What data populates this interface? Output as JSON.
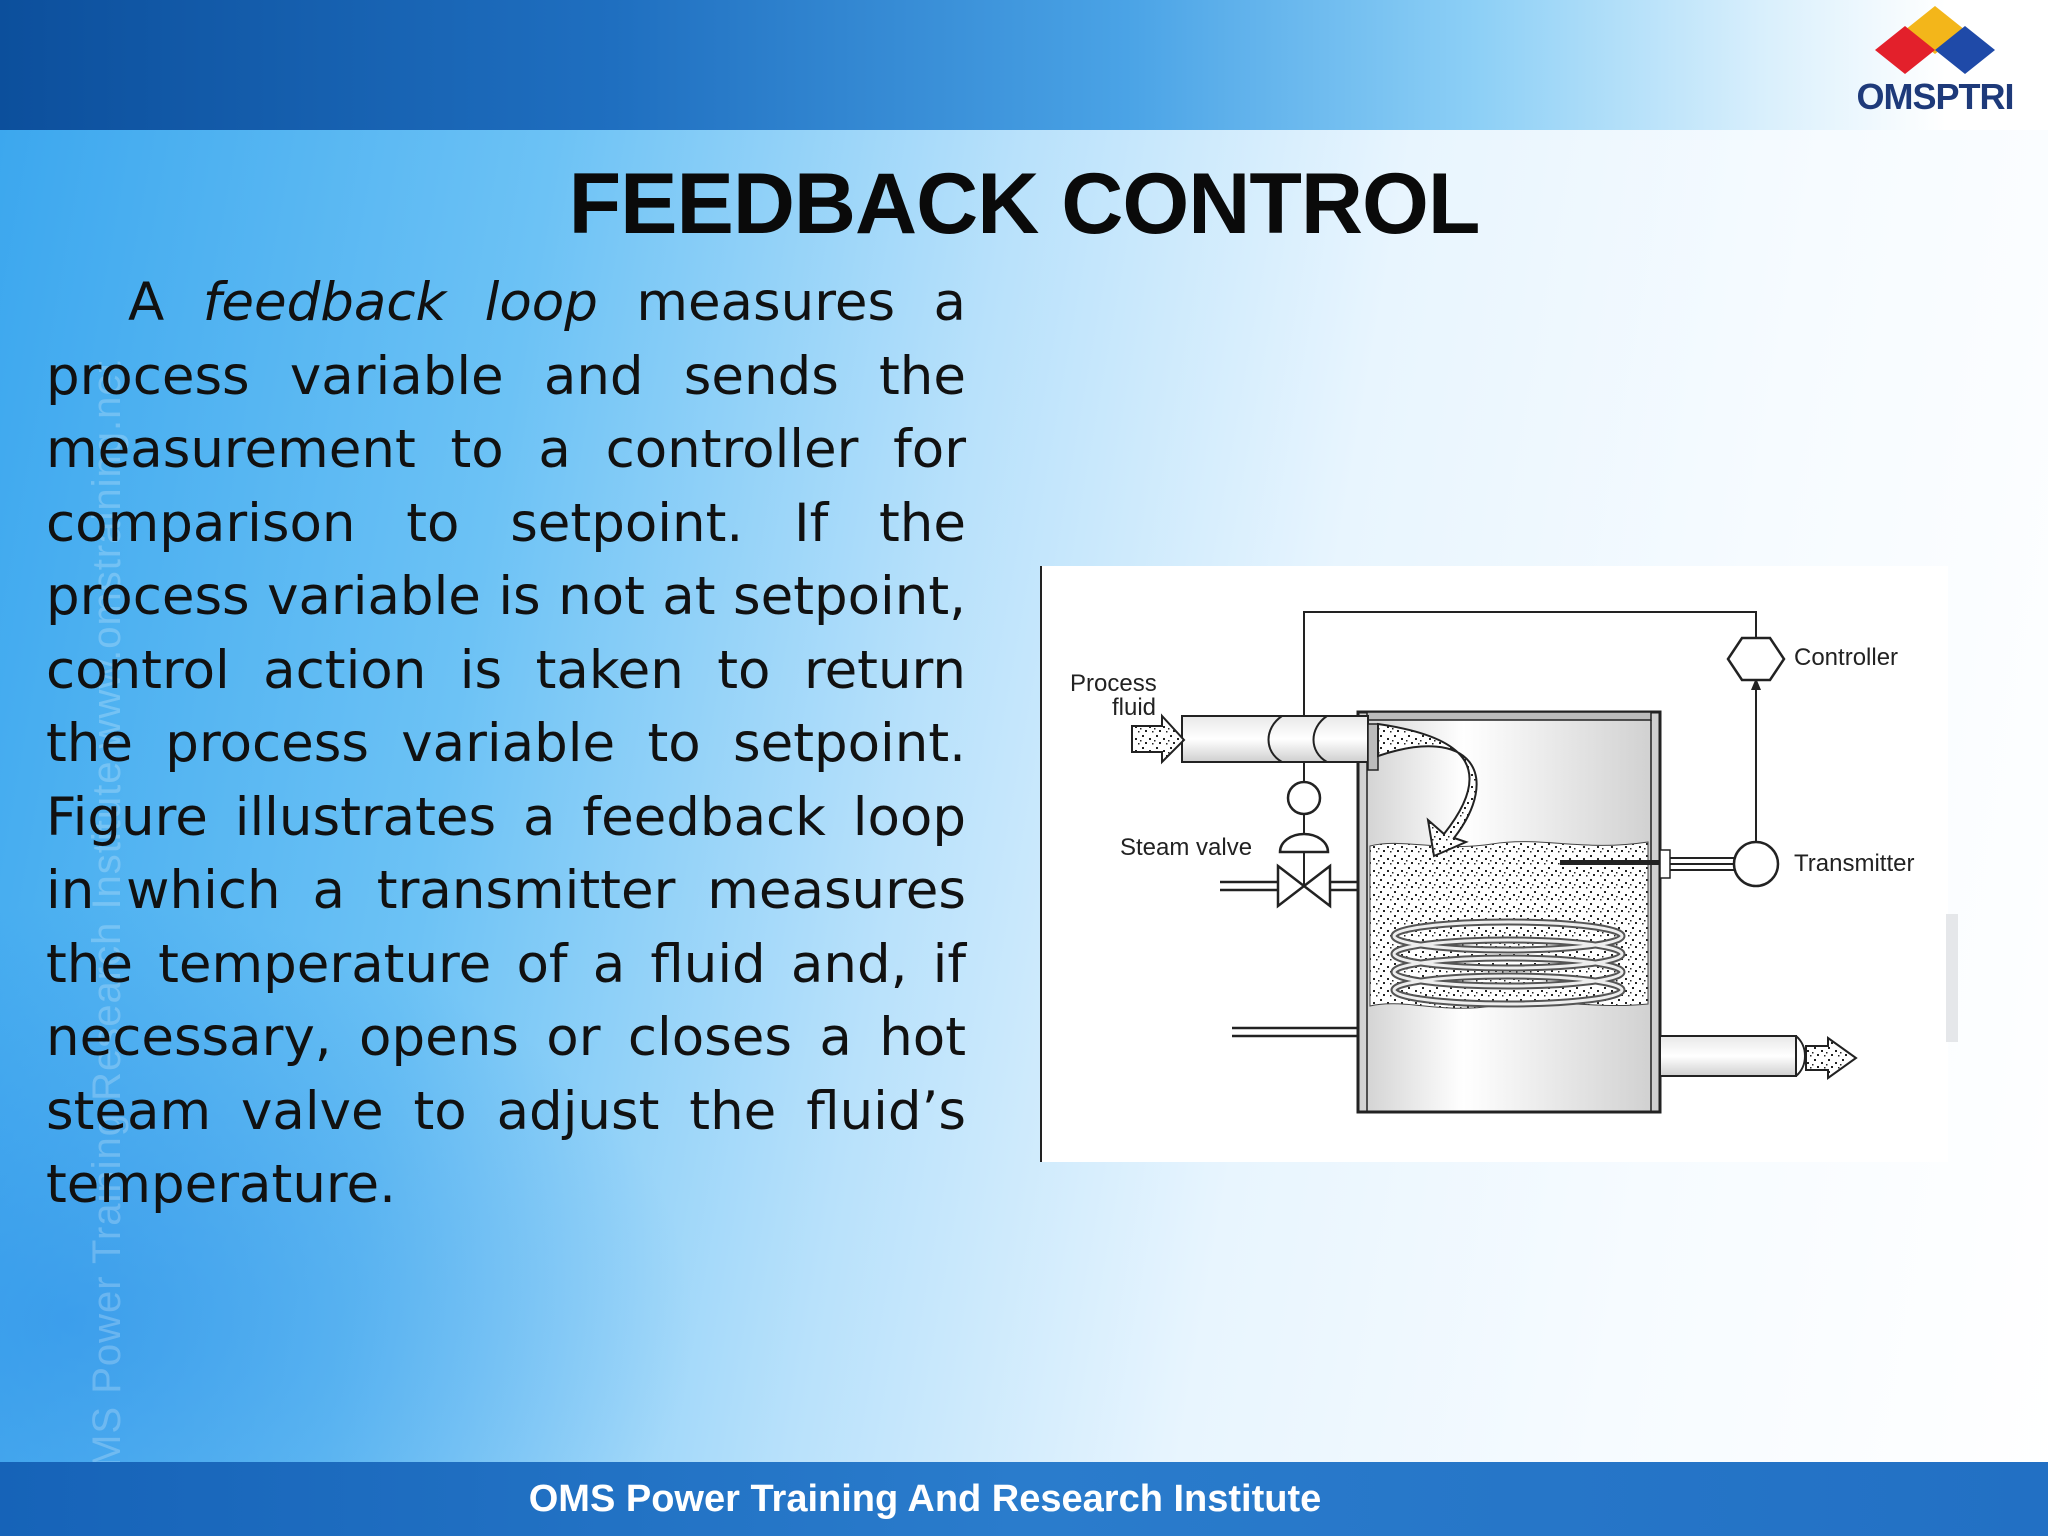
{
  "header": {
    "logo": {
      "text": "OMSPTRI",
      "colors": {
        "red": "#e3202b",
        "yellow": "#f3b61a",
        "blue": "#1f4aa8"
      }
    }
  },
  "watermark": {
    "text": "OMS Power Training Research Institute www.omstraining.net"
  },
  "slide": {
    "title": "FEEDBACK CONTROL",
    "paragraph": {
      "lead": "A",
      "emphasis": "feedback loop",
      "text": "measures a process variable and sends the measurement to a controller for comparison to setpoint. If the process variable is not at setpoint, control action is taken to return the process variable to setpoint. Figure illustrates a feedback loop in which a transmitter measures the temperature of a fluid and, if necessary, opens or closes a hot steam valve to adjust the fluid’s temperature."
    }
  },
  "figure": {
    "labels": {
      "process_fluid_line1": "Process",
      "process_fluid_line2": "fluid",
      "controller": "Controller",
      "steam_valve": "Steam valve",
      "transmitter": "Transmitter"
    }
  },
  "footer": {
    "text": "OMS Power Training And Research Institute"
  }
}
